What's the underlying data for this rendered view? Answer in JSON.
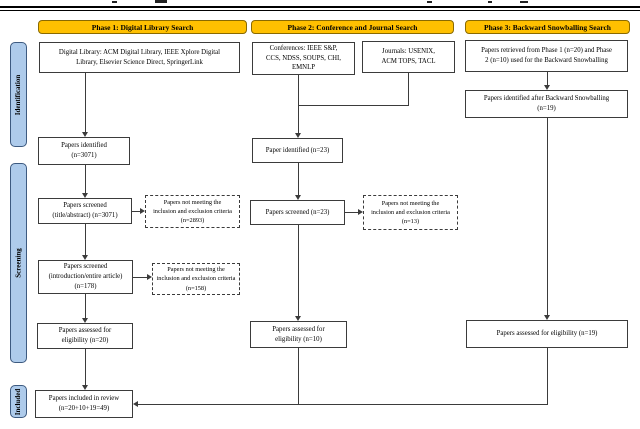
{
  "colors": {
    "phase_fill": "#FFC000",
    "phase_border": "#8A6A00",
    "stage_fill": "#AECBEB",
    "stage_border": "#3D5A80",
    "box_border": "#3B3B3B",
    "line": "#3B3B3B"
  },
  "diagram": {
    "phases": [
      {
        "label": "Phase 1: Digital Library Search"
      },
      {
        "label": "Phase 2: Conference and Journal Search"
      },
      {
        "label": "Phase 3: Backward Snowballing Search"
      }
    ],
    "stages": [
      {
        "label": "Identification"
      },
      {
        "label": "Screening"
      },
      {
        "label": "Included"
      }
    ],
    "boxes": {
      "p1_sources": {
        "lines": [
          "Digital Library:  ACM Digital Library, IEEE Xplore Digital",
          "Library, Elsevier Science Direct, SpringerLink"
        ]
      },
      "p2_conferences": {
        "lines": [
          "Conferences: IEEE S&P,",
          "CCS, NDSS, SOUPS, CHI,",
          "EMNLP"
        ]
      },
      "p2_journals": {
        "lines": [
          "Journals: USENIX,",
          "ACM TOPS, TACL"
        ]
      },
      "p3_retrieved": {
        "lines": [
          "Papers retrieved from Phase 1 (n=20) and Phase",
          "2 (n=10) used for the Backward Snowballing"
        ]
      },
      "p3_after_snowballing": {
        "lines": [
          "Papers identified after Backward Snowballing",
          "(n=19)"
        ]
      },
      "p1_identified": {
        "lines": [
          "Papers identified",
          "(n=3071)"
        ]
      },
      "p1_screened_title": {
        "lines": [
          "Papers screened",
          "(title/abstract) (n=3071)"
        ]
      },
      "p1_excluded_title": {
        "lines": [
          "Papers not meeting the",
          "inclusion and exclusion criteria",
          "(n=2893)"
        ]
      },
      "p1_screened_intro": {
        "lines": [
          "Papers screened",
          "(introduction/entire article)",
          "(n=178)"
        ]
      },
      "p1_excluded_intro": {
        "lines": [
          "Papers not meeting the",
          "inclusion and exclusion criteria",
          "(n=158)"
        ]
      },
      "p1_eligibility": {
        "lines": [
          "Papers assessed for",
          "eligibility (n=20)"
        ]
      },
      "p2_identified": {
        "lines": [
          "Paper identified (n=23)"
        ]
      },
      "p2_screened": {
        "lines": [
          "Papers screened (n=23)"
        ]
      },
      "p2_excluded": {
        "lines": [
          "Papers not meeting the",
          "inclusion and exclusion criteria",
          "(n=13)"
        ]
      },
      "p2_eligibility": {
        "lines": [
          "Papers assessed for",
          "eligibility (n=10)"
        ]
      },
      "p3_eligibility": {
        "lines": [
          "Papers assessed for eligibility (n=19)"
        ]
      },
      "included": {
        "lines": [
          "Papers included in review",
          "(n=20+10+19=49)"
        ]
      }
    }
  }
}
